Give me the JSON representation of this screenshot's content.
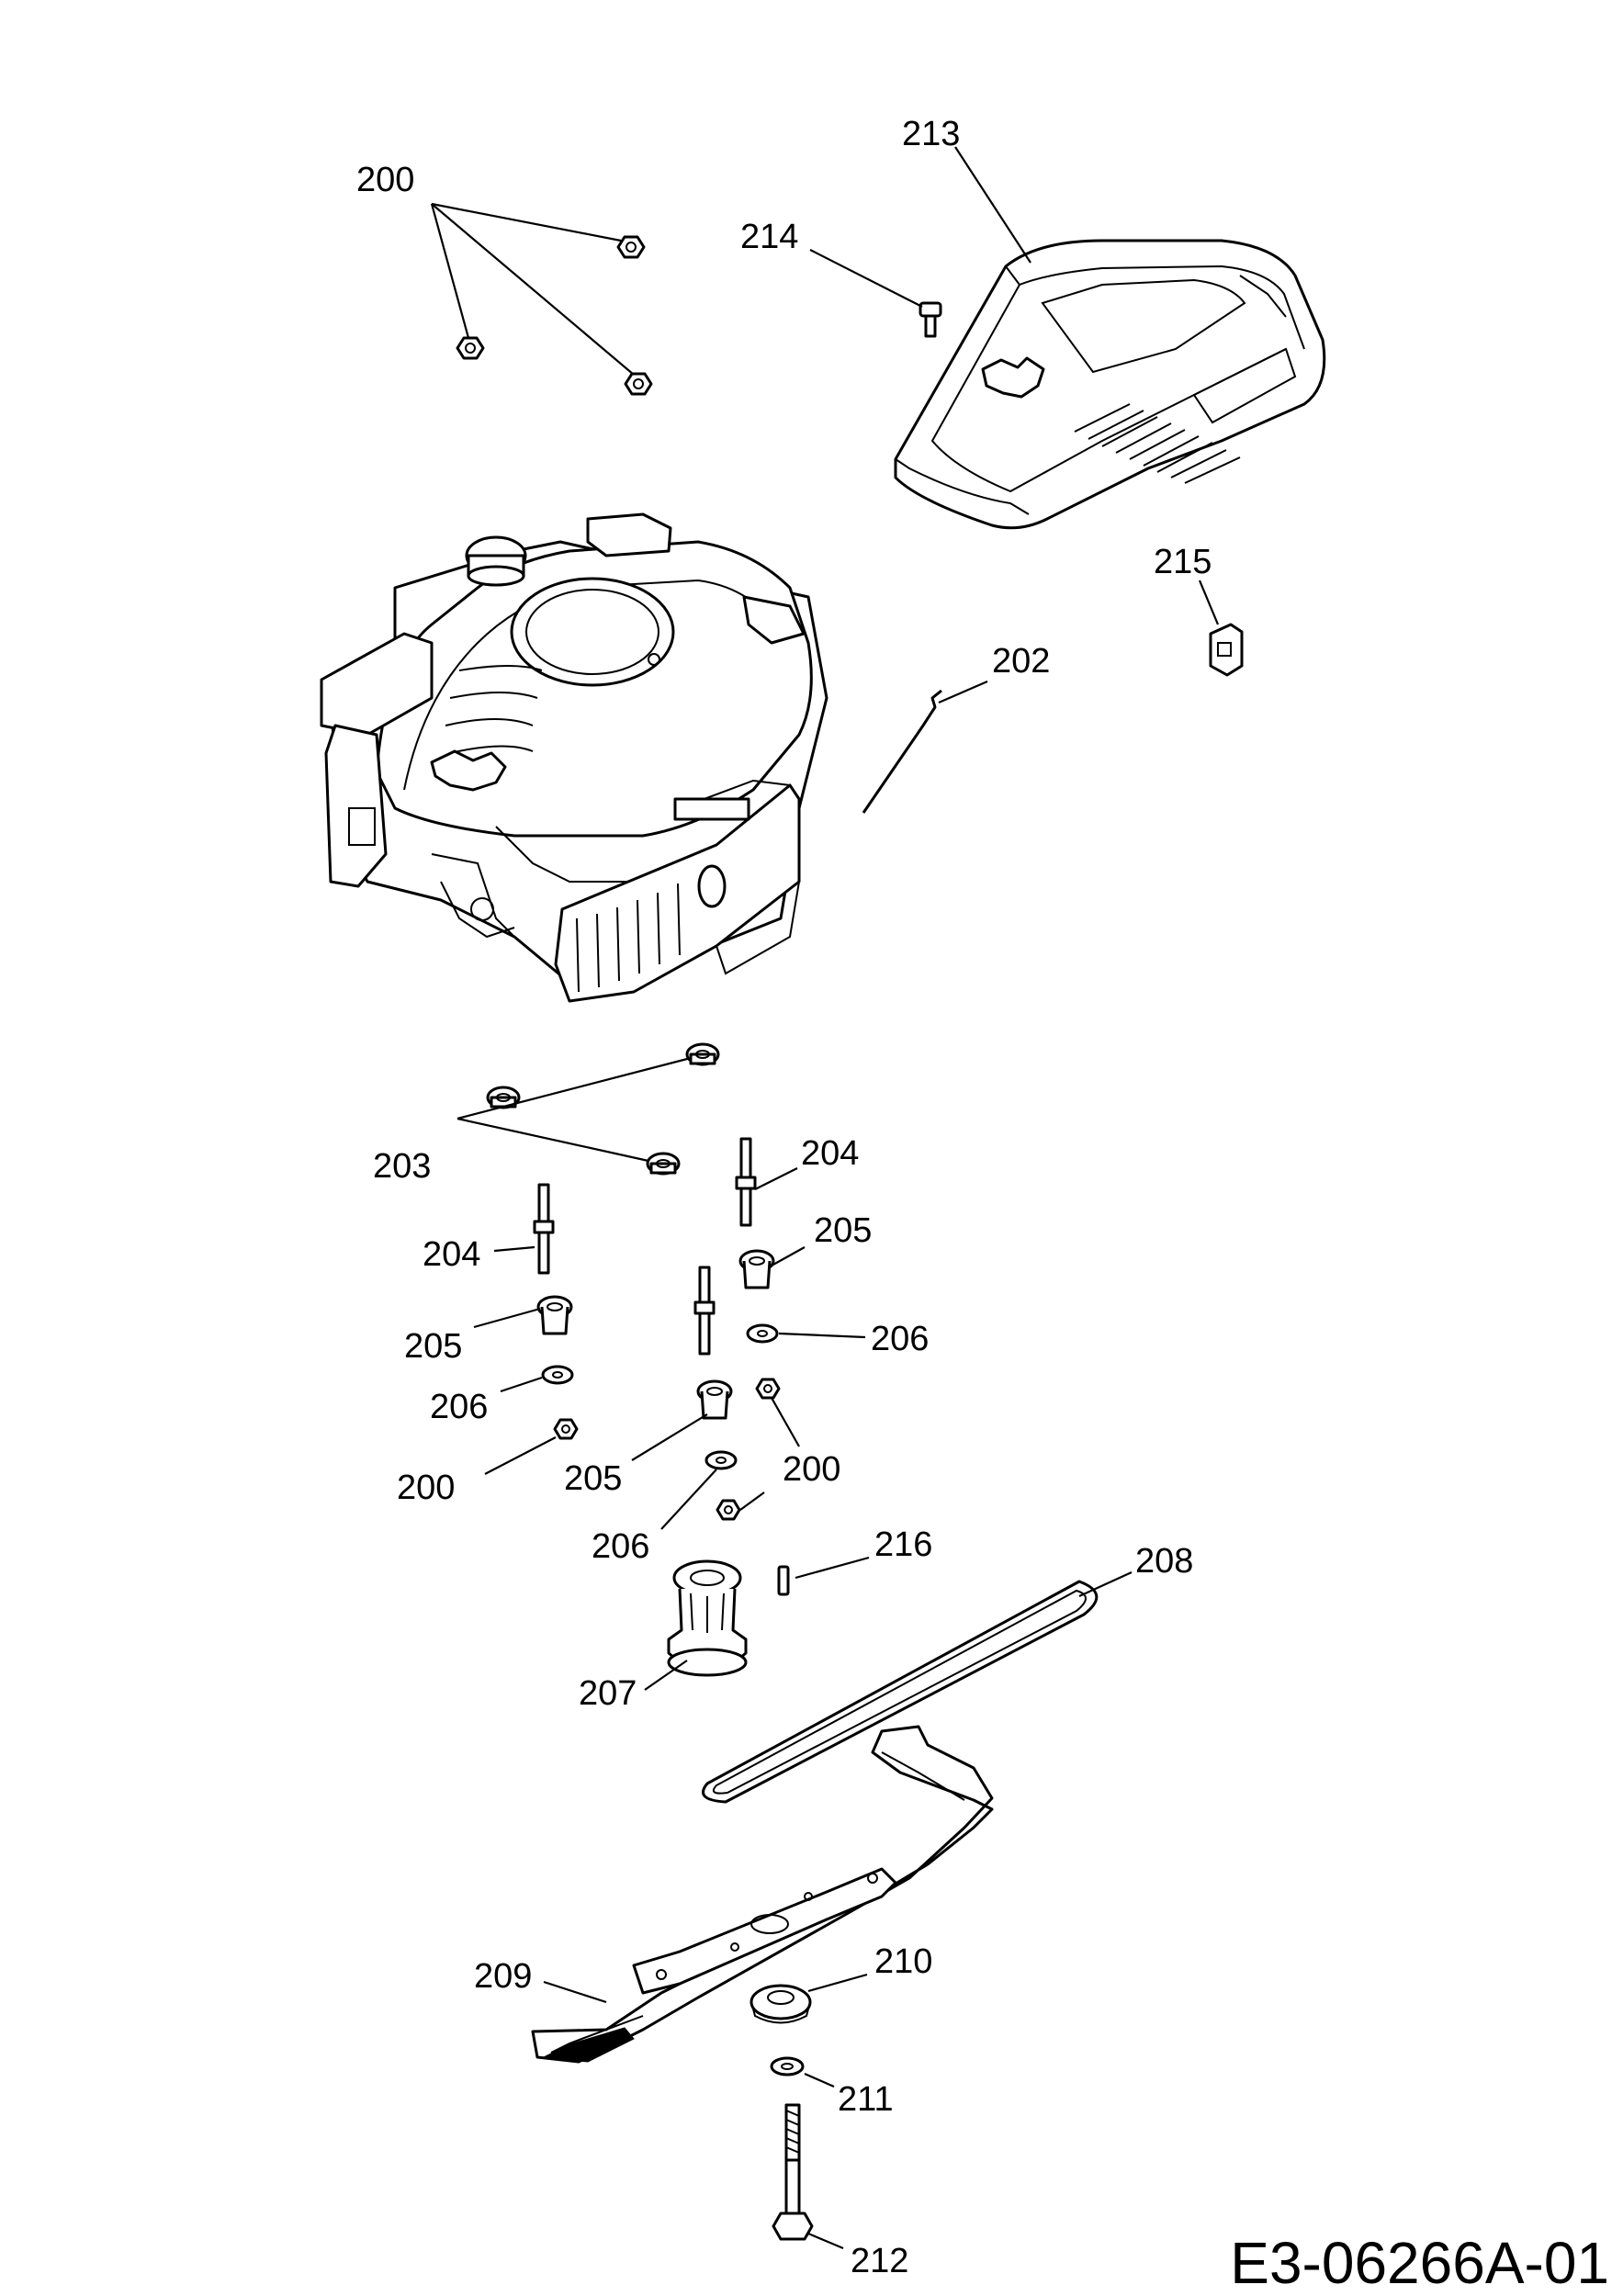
{
  "callouts": {
    "c200a": "200",
    "c213": "213",
    "c214": "214",
    "c215": "215",
    "c202": "202",
    "c203": "203",
    "c204a": "204",
    "c204b": "204",
    "c205a": "205",
    "c205b": "205",
    "c205c": "205",
    "c206a": "206",
    "c206b": "206",
    "c206c": "206",
    "c200b": "200",
    "c200c": "200",
    "c216": "216",
    "c208": "208",
    "c207": "207",
    "c209": "209",
    "c210": "210",
    "c211": "211",
    "c212": "212"
  },
  "reference_code": "E3-06266A-01"
}
